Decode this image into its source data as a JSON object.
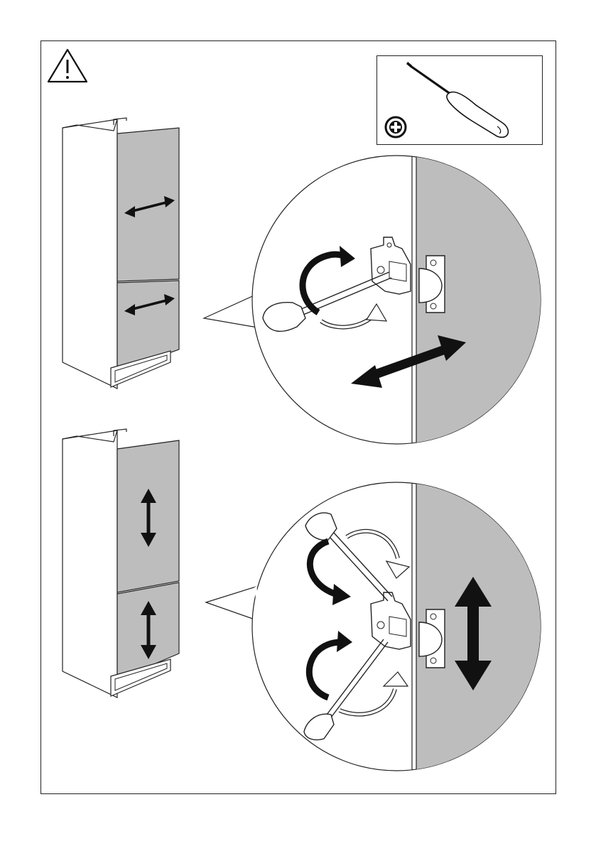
{
  "page": {
    "kind": "assembly-instruction",
    "icons": [
      "warning-triangle-icon",
      "phillips-head-icon",
      "screwdriver-icon"
    ],
    "colors": {
      "line": "#1a1a1a",
      "panel_fill": "#bdbdbd",
      "background": "#ffffff"
    }
  },
  "tool": {
    "type": "phillips-screwdriver"
  },
  "steps": [
    {
      "id": "horizontal-adjustment",
      "direction": "horizontal",
      "doors": 2,
      "screwdrivers": 1
    },
    {
      "id": "vertical-adjustment",
      "direction": "vertical",
      "doors": 2,
      "screwdrivers": 2
    }
  ]
}
